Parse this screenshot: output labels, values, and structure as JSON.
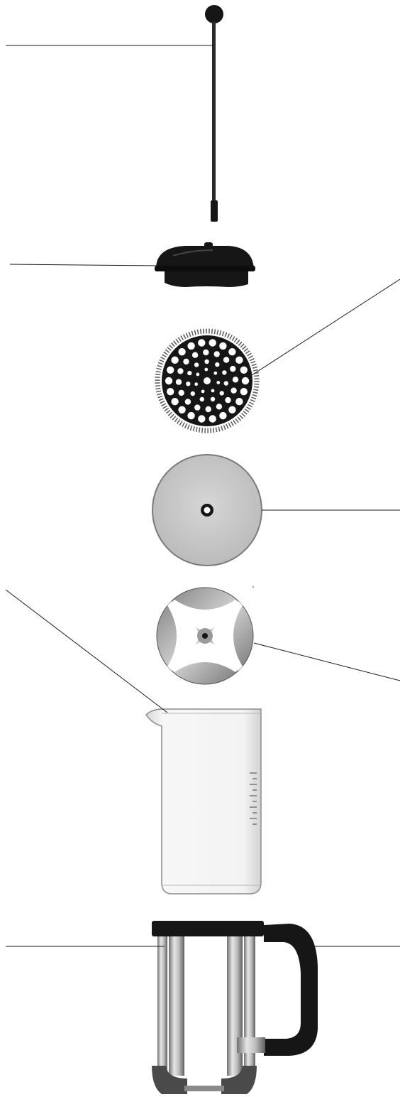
{
  "colors": {
    "background": "#ffffff",
    "part_black": "#161616",
    "steel_light": "#d9d9d9",
    "steel_mid": "#9a9a9a",
    "filter_fill": "#c9c9c9",
    "glass": "#f2f2f2",
    "leader_line": "#1a1a1a"
  },
  "parts": [
    {
      "name": "plunger-rod",
      "icon": "plunger-rod-icon"
    },
    {
      "name": "lid",
      "icon": "lid-icon"
    },
    {
      "name": "spiral-plate",
      "icon": "spiral-plate-icon"
    },
    {
      "name": "mesh-filter",
      "icon": "mesh-filter-icon"
    },
    {
      "name": "cross-plate",
      "icon": "cross-plate-icon"
    },
    {
      "name": "glass-beaker",
      "icon": "glass-beaker-icon"
    },
    {
      "name": "frame-with-handle",
      "icon": "frame-handle-icon"
    }
  ]
}
